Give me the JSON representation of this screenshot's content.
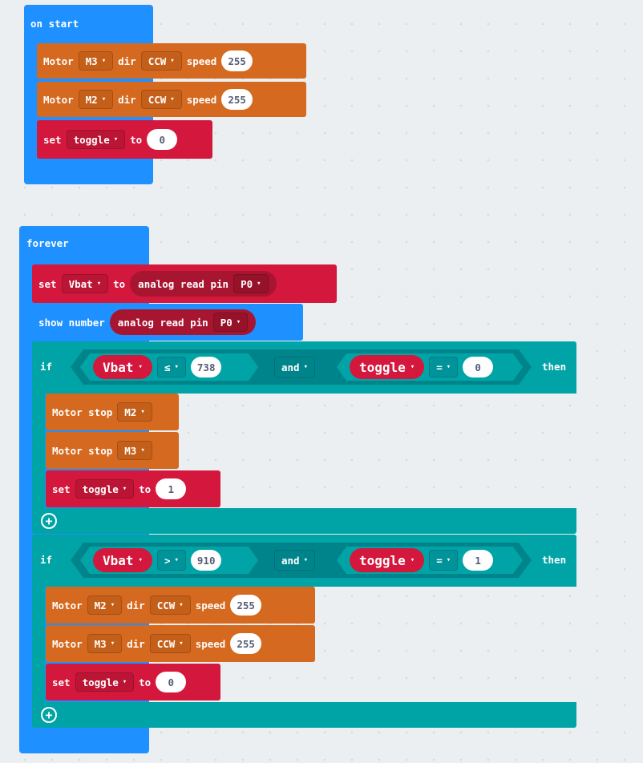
{
  "on_start": {
    "label": "on start",
    "blocks": [
      {
        "kw": "Motor",
        "motor": "M3",
        "dir_kw": "dir",
        "dir": "CCW",
        "speed_kw": "speed",
        "speed": "255"
      },
      {
        "kw": "Motor",
        "motor": "M2",
        "dir_kw": "dir",
        "dir": "CCW",
        "speed_kw": "speed",
        "speed": "255"
      }
    ],
    "set": {
      "kw": "set",
      "var": "toggle",
      "to_kw": "to",
      "value": "0"
    }
  },
  "forever": {
    "label": "forever",
    "set_vbat": {
      "kw": "set",
      "var": "Vbat",
      "to_kw": "to",
      "reporter": "analog read pin",
      "pin": "P0"
    },
    "show_number": {
      "label": "show number",
      "reporter": "analog read pin",
      "pin": "P0"
    },
    "if1": {
      "if_kw": "if",
      "then_kw": "then",
      "left": {
        "var": "Vbat",
        "op": "≤",
        "value": "738"
      },
      "and_kw": "and",
      "right": {
        "var": "toggle",
        "op": "=",
        "value": "0"
      },
      "body": [
        {
          "kw": "Motor stop",
          "motor": "M2"
        },
        {
          "kw": "Motor stop",
          "motor": "M3"
        }
      ],
      "set": {
        "kw": "set",
        "var": "toggle",
        "to_kw": "to",
        "value": "1"
      },
      "plus": "+"
    },
    "if2": {
      "if_kw": "if",
      "then_kw": "then",
      "left": {
        "var": "Vbat",
        "op": ">",
        "value": "910"
      },
      "and_kw": "and",
      "right": {
        "var": "toggle",
        "op": "=",
        "value": "1"
      },
      "body": [
        {
          "kw": "Motor",
          "motor": "M2",
          "dir_kw": "dir",
          "dir": "CCW",
          "speed_kw": "speed",
          "speed": "255"
        },
        {
          "kw": "Motor",
          "motor": "M3",
          "dir_kw": "dir",
          "dir": "CCW",
          "speed_kw": "speed",
          "speed": "255"
        }
      ],
      "set": {
        "kw": "set",
        "var": "toggle",
        "to_kw": "to",
        "value": "0"
      },
      "plus": "+"
    }
  },
  "icons": {
    "dropdown": "▾"
  },
  "colors": {
    "event": "#1e90ff",
    "motor": "#d5691f",
    "variable": "#d4173d",
    "logic": "#00a4a6",
    "pins": "#a81531"
  }
}
